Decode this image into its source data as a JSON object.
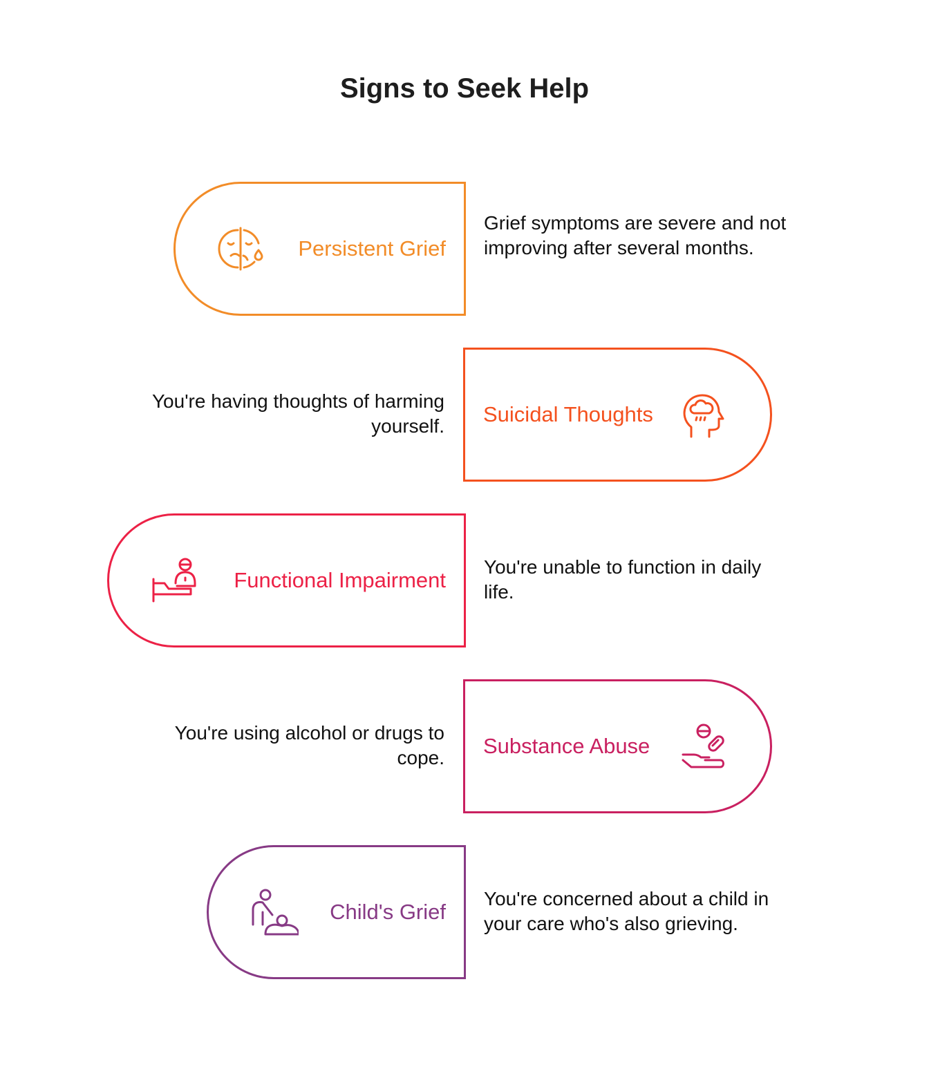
{
  "title": "Signs to Seek Help",
  "items": [
    {
      "label": "Persistent Grief",
      "description": "Grief symptoms are severe and not improving after several months.",
      "icon": "sad-face-tear-icon",
      "color": "#F28C28"
    },
    {
      "label": "Suicidal Thoughts",
      "description": "You're having thoughts of harming yourself.",
      "icon": "head-raincloud-icon",
      "color": "#F4511E"
    },
    {
      "label": "Functional Impairment",
      "description": "You're unable to function in daily life.",
      "icon": "person-bed-icon",
      "color": "#EC2146"
    },
    {
      "label": "Substance Abuse",
      "description": "You're using alcohol or drugs to cope.",
      "icon": "hand-pills-icon",
      "color": "#C92060"
    },
    {
      "label": "Child's Grief",
      "description": "You're concerned about a child in your care who's also grieving.",
      "icon": "adult-child-icon",
      "color": "#873A85"
    }
  ]
}
